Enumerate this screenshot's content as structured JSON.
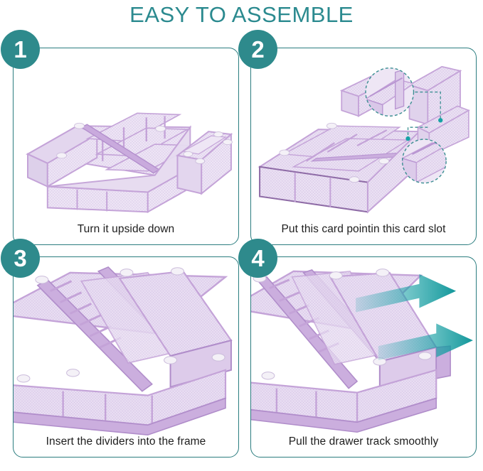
{
  "header": {
    "title": "EASY TO ASSEMBLE"
  },
  "colors": {
    "title_teal": "#2b8a8f",
    "badge_teal": "#2e8a8c",
    "panel_border_teal": "#2b7d7f",
    "arrow_teal": "#17a2a6",
    "product_lavender": "#c4a3d8",
    "product_mesh_light": "#e6dcf0",
    "foot_white": "#f4f1f7",
    "caption_text": "#1d1d1d"
  },
  "steps": [
    {
      "number": "1",
      "caption": "Turn it upside down",
      "illustration": "mesh-drawer-organizer-upside-down-with-separate-tray",
      "arrows": 0,
      "callouts": 0
    },
    {
      "number": "2",
      "caption": "Put this card pointin this card slot",
      "illustration": "mesh-drawer-organizer-with-divider-card-insertion",
      "arrows": 0,
      "callouts": 2
    },
    {
      "number": "3",
      "caption": "Insert the dividers into the frame",
      "illustration": "mesh-drawer-organizer-closeup-dividers-in-frame",
      "arrows": 0,
      "callouts": 0
    },
    {
      "number": "4",
      "caption": "Pull the drawer track smoothly",
      "illustration": "mesh-drawer-organizer-expanding-with-pull-arrows",
      "arrows": 2,
      "callouts": 0
    }
  ]
}
